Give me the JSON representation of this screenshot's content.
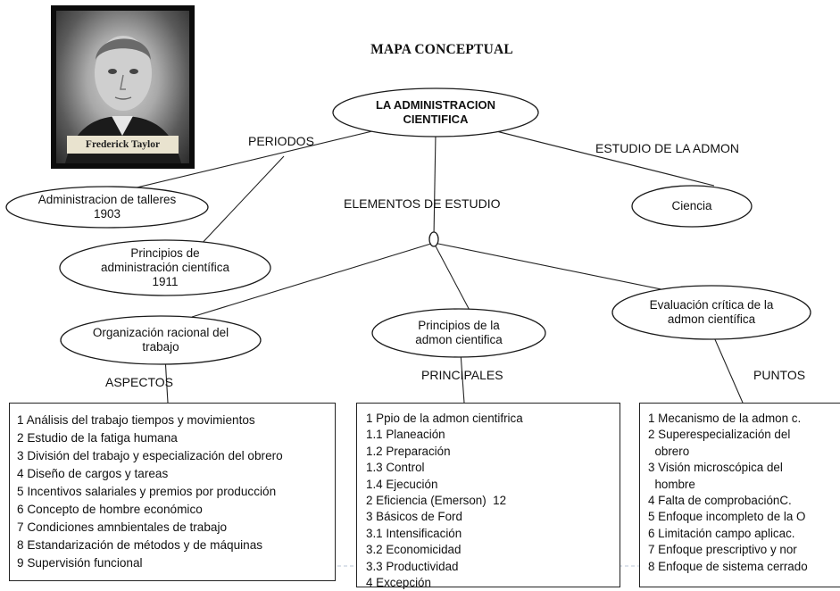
{
  "title": "MAPA CONCEPTUAL",
  "photo_caption": "Frederick Taylor",
  "root": "LA ADMINISTRACION\nCIENTIFICA",
  "edge_labels": {
    "periodos": "PERIODOS",
    "estudio": "ESTUDIO DE LA ADMON",
    "elementos": "ELEMENTOS DE ESTUDIO",
    "aspectos": "ASPECTOS",
    "principales": "PRINCIPALES",
    "puntos": "PUNTOS"
  },
  "nodes": {
    "talleres": "Administracion de talleres\n1903",
    "principios_admin": "Principios de\nadministración científica\n1911",
    "ciencia": "Ciencia",
    "organizacion": "Organización racional del\ntrabajo",
    "principios_admon": "Principios de la\nadmon cientifica",
    "evaluacion": "Evaluación crítica de la\nadmon científica"
  },
  "aspectos_list": [
    "1 Análisis del trabajo tiempos y movimientos",
    "2 Estudio de la fatiga humana",
    "3 División del trabajo y especialización del obrero",
    "4 Diseño de cargos y tareas",
    "5 Incentivos salariales y premios por producción",
    "6 Concepto de hombre económico",
    "7 Condiciones amnbientales de trabajo",
    "8 Estandarización de métodos y de máquinas",
    "9 Supervisión funcional"
  ],
  "principales_list": [
    "1 Ppio de la admon cientifrica",
    "1.1 Planeación",
    "1.2 Preparación",
    "1.3 Control",
    "1.4 Ejecución",
    "2 Eficiencia (Emerson)  12",
    "3 Básicos de Ford",
    "3.1 Intensificación",
    "3.2 Economicidad",
    "3.3 Productividad",
    "4 Excepción"
  ],
  "puntos_list": [
    "1 Mecanismo de la admon c.",
    "2 Superespecialización del",
    "  obrero",
    "3 Visión microscópica del",
    "  hombre",
    "4 Falta de comprobaciónC.",
    "5 Enfoque incompleto de la O",
    "6 Limitación campo aplicac.",
    "7 Enfoque prescriptivo y nor",
    "8 Enfoque de sistema cerrado"
  ],
  "colors": {
    "line": "#222222",
    "ellipse_stroke": "#1a1a1a",
    "photo_bg": "#0c0c0c"
  }
}
